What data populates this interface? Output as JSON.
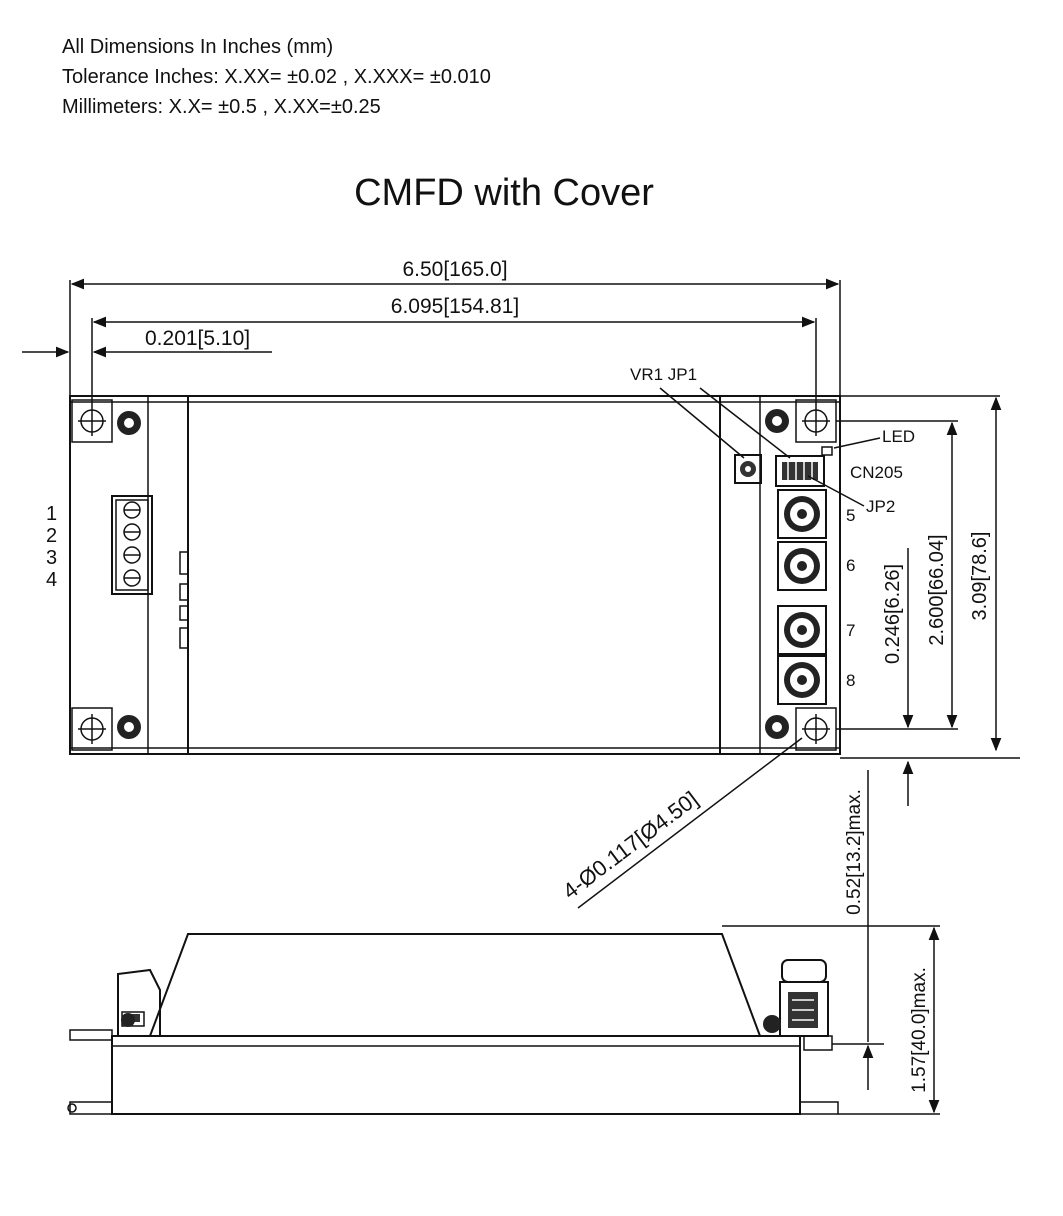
{
  "notes": {
    "line1": "All Dimensions In Inches (mm)",
    "line2": "Tolerance  Inches: X.XX= ±0.02 , X.XXX= ±0.010",
    "line3": "Millimeters: X.X= ±0.5 , X.XX=±0.25"
  },
  "title": "CMFD with Cover",
  "dimensions": {
    "overall_width": "6.50[165.0]",
    "hole_spacing_width": "6.095[154.81]",
    "edge_to_hole": "0.201[5.10]",
    "hole_diameter": "4-Ø0.117[Ø4.50]",
    "overall_height": "3.09[78.6]",
    "hole_spacing_height": "2.600[66.04]",
    "hole_to_edge": "0.246[6.26]",
    "connector_height": "0.52[13.2]max.",
    "total_height": "1.57[40.0]max."
  },
  "labels": {
    "vr1_jp1": "VR1 JP1",
    "led": "LED",
    "cn205": "CN205",
    "jp2": "JP2",
    "pins_left": [
      "1",
      "2",
      "3",
      "4"
    ],
    "pins_right": [
      "5",
      "6",
      "7",
      "8"
    ]
  },
  "colors": {
    "ink": "#111111",
    "background": "#ffffff"
  }
}
